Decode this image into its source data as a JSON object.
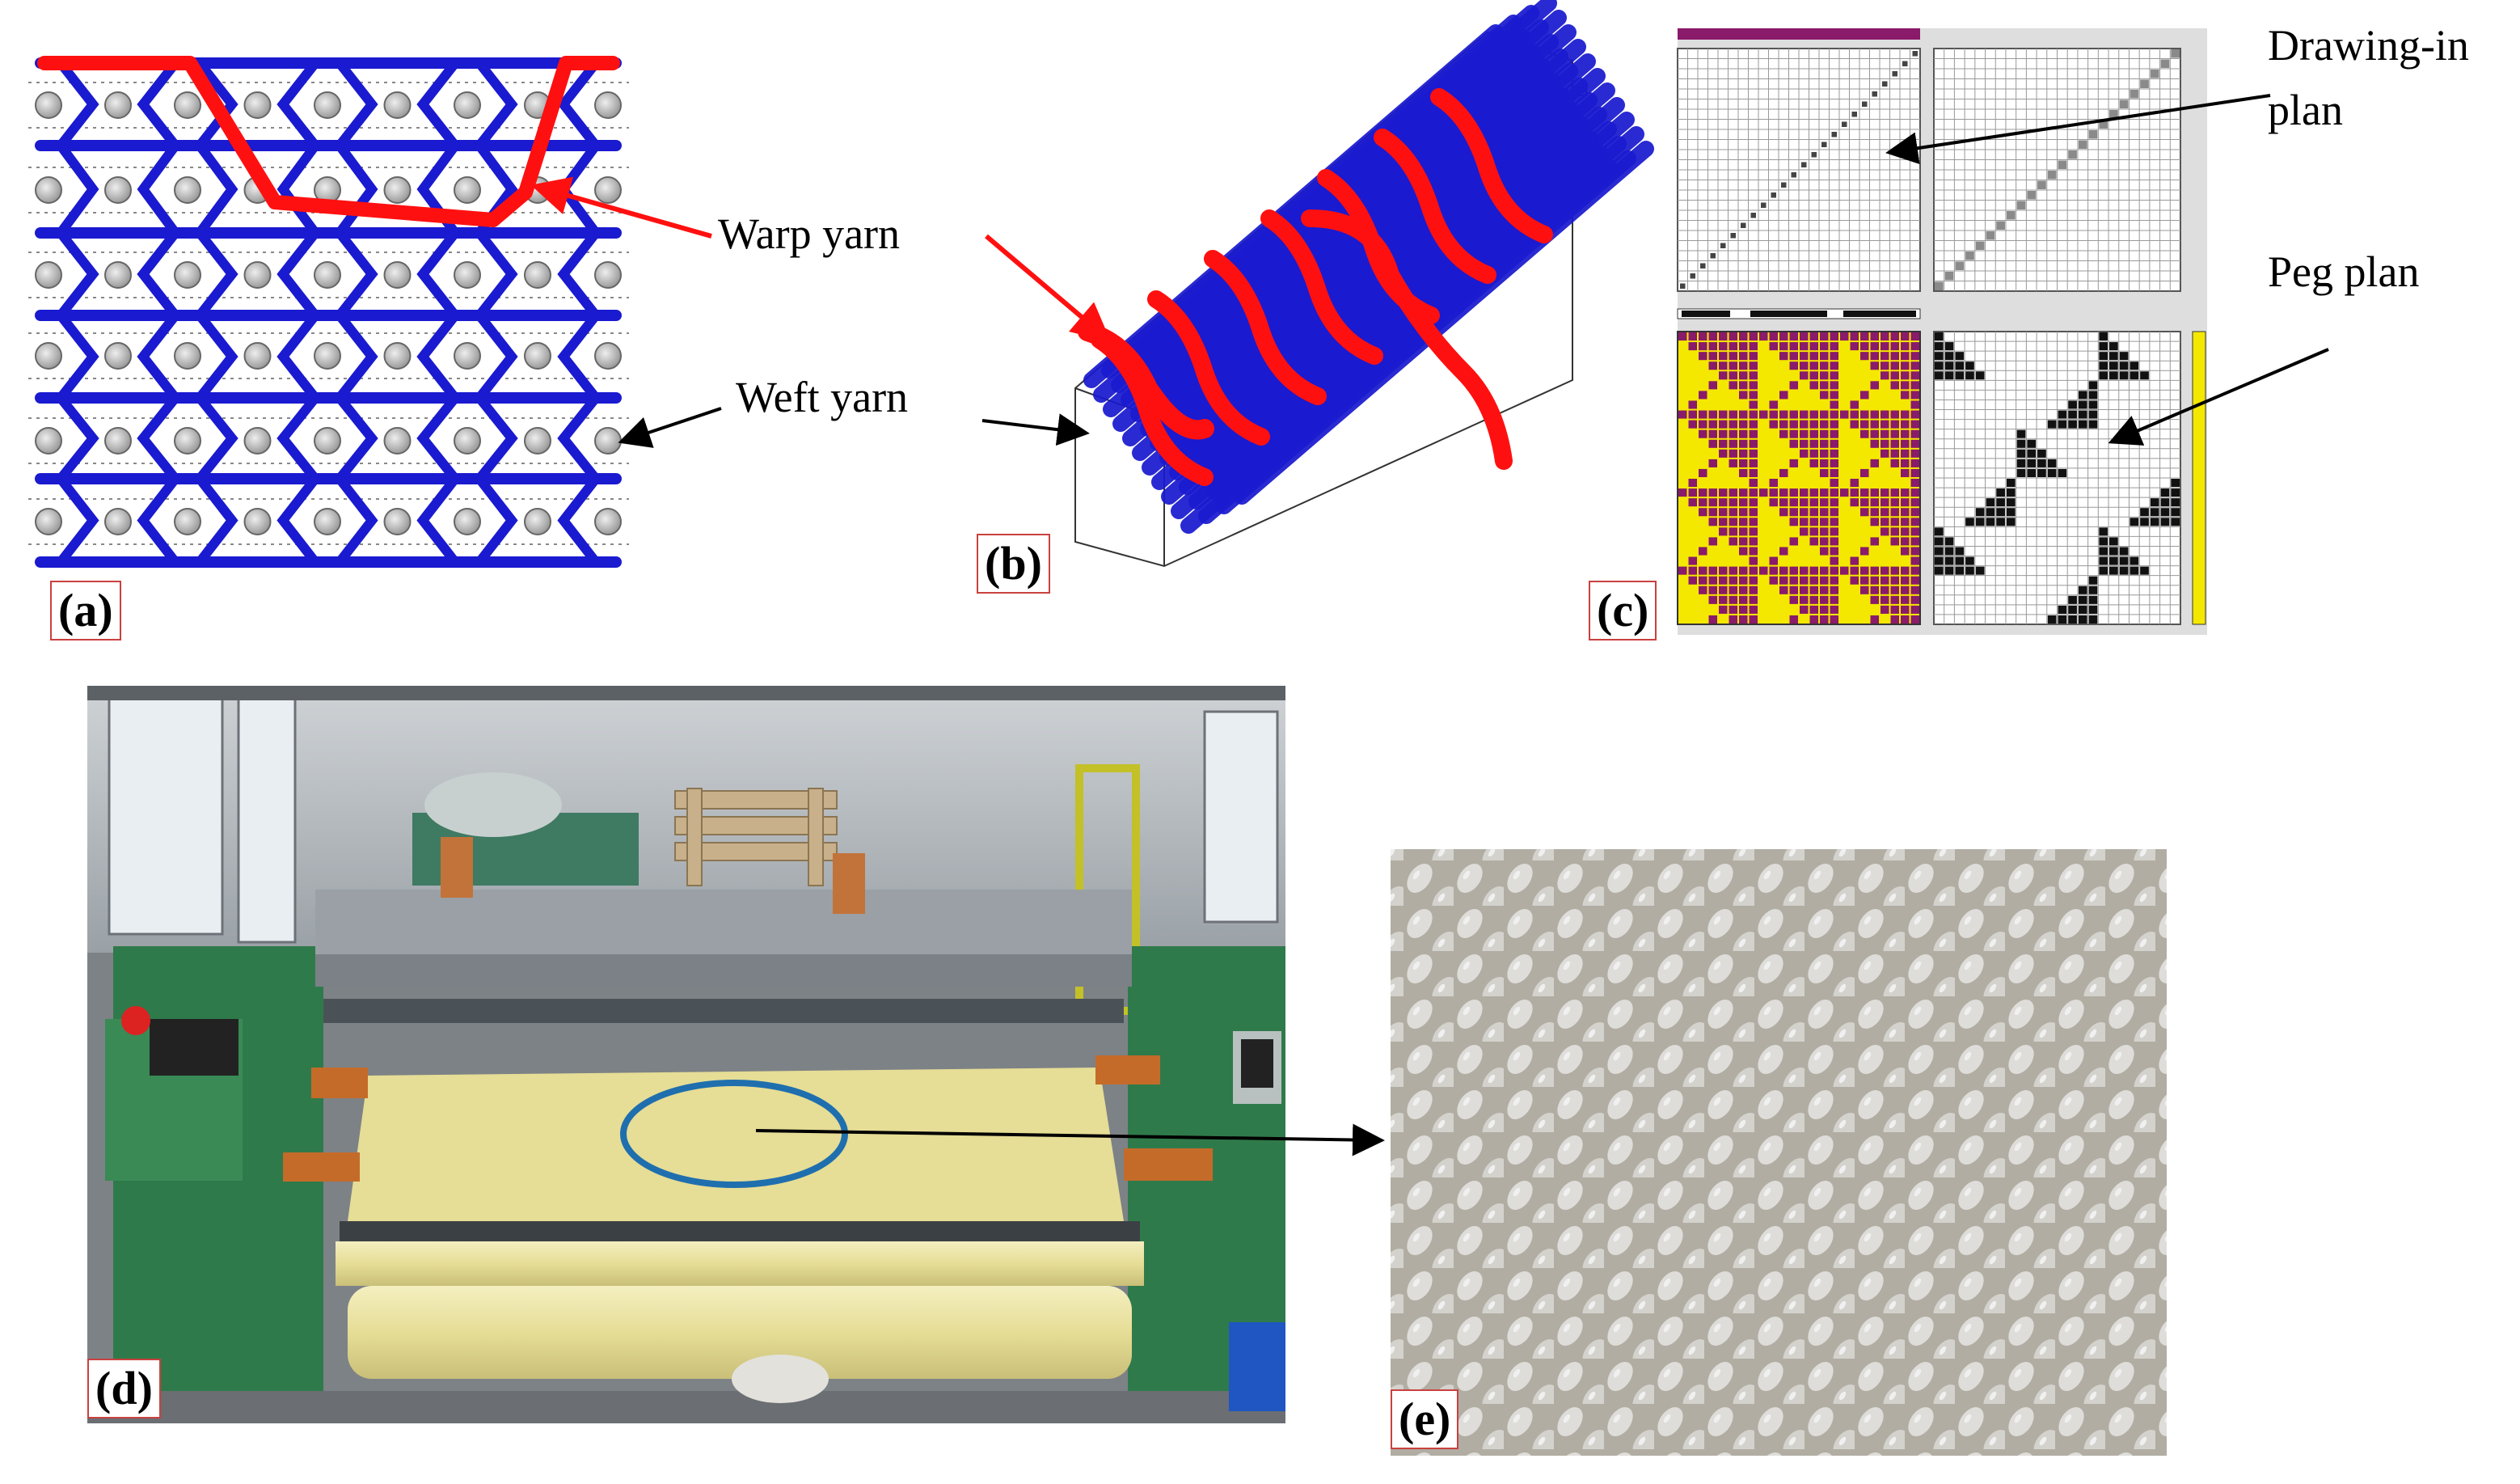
{
  "panels": [
    {
      "id": "a",
      "label": "(a)"
    },
    {
      "id": "b",
      "label": "(b)"
    },
    {
      "id": "c",
      "label": "(c)"
    },
    {
      "id": "d",
      "label": "(d)"
    },
    {
      "id": "e",
      "label": "(e)"
    }
  ],
  "annotations": {
    "warp_yarn": "Warp yarn",
    "weft_yarn": "Weft yarn",
    "drawing_in_line1": "Drawing-in",
    "drawing_in_line2": "plan",
    "peg_plan": "Peg plan"
  },
  "colors": {
    "warp": "#ff1010",
    "weft_blue": "#1a1ad0",
    "peg_magenta": "#8a1a6a",
    "peg_yellow": "#f5e800",
    "label_border": "#c9413f",
    "fabric_yellow": "#e8df98",
    "machine_green": "#2f7a4a",
    "ellipse": "#1f6fae"
  },
  "icons": {
    "arrow": "arrow-right-icon"
  }
}
